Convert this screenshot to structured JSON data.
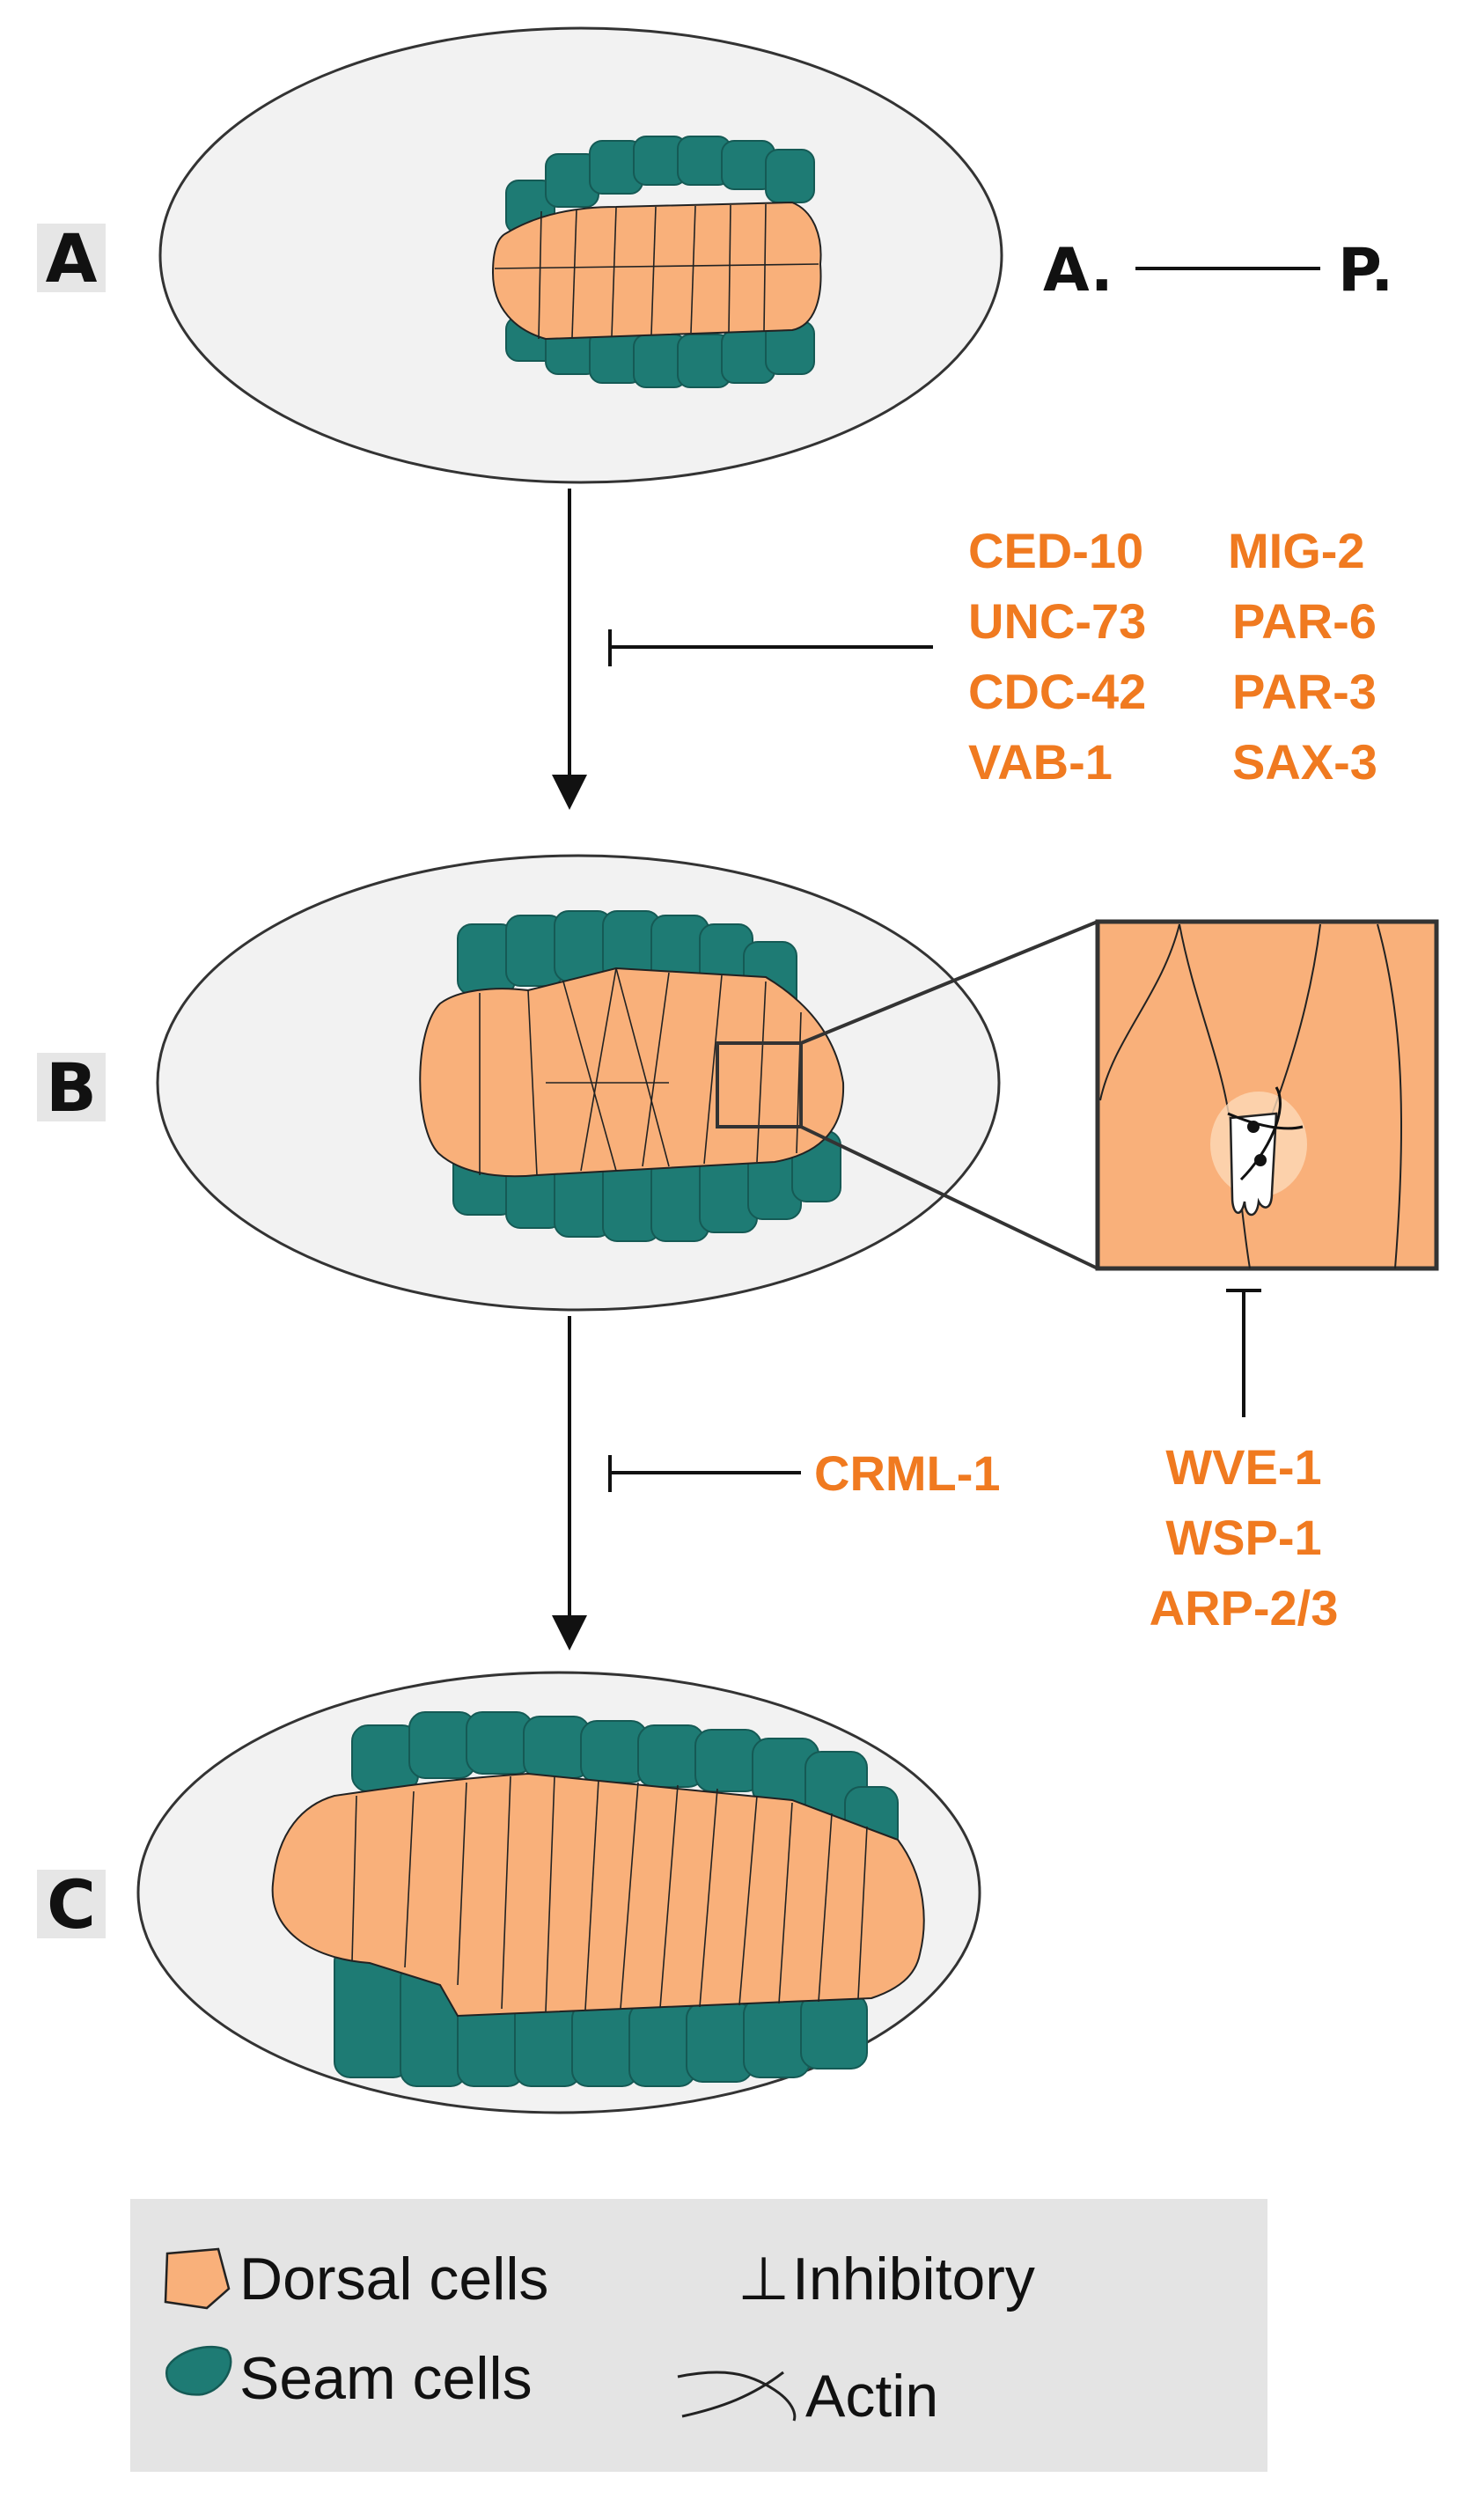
{
  "stages": {
    "a": "A",
    "b": "B",
    "c": "C"
  },
  "axis": {
    "anterior": "A.",
    "posterior": "P."
  },
  "inhibitors_ab": {
    "col1": [
      "CED-10",
      "UNC-73",
      "CDC-42",
      "VAB-1"
    ],
    "col2": [
      "MIG-2",
      "PAR-6",
      "PAR-3",
      "SAX-3"
    ]
  },
  "inhibitor_bc": "CRML-1",
  "inset_inhibitors": [
    "WVE-1",
    "WSP-1",
    "ARP-2/3"
  ],
  "legend": {
    "dorsal": "Dorsal cells",
    "seam": "Seam cells",
    "inhibitory_symbol": "⊥",
    "inhibitory": "Inhibitory",
    "actin": "Actin"
  },
  "colors": {
    "dorsal": "#F9B07A",
    "seam": "#1E7B74",
    "label_orange": "#F07A20",
    "egg_fill": "#F2F2F2",
    "legend_bg": "#E4E4E4"
  }
}
